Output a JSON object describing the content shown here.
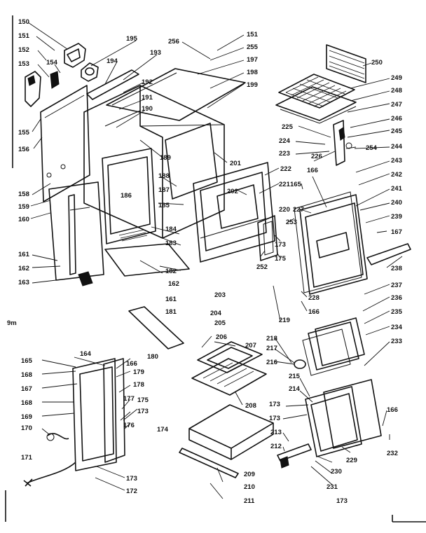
{
  "diagram": {
    "callouts": [
      "150",
      "151",
      "152",
      "153",
      "154",
      "155",
      "156",
      "158",
      "159",
      "160",
      "161",
      "162",
      "163",
      "195",
      "194",
      "193",
      "192",
      "191",
      "190",
      "189",
      "188",
      "187",
      "186",
      "185",
      "184",
      "183",
      "182",
      "256",
      "151",
      "255",
      "197",
      "198",
      "199",
      "201",
      "202",
      "221",
      "222",
      "250",
      "249",
      "248",
      "247",
      "246",
      "245",
      "244",
      "243",
      "242",
      "241",
      "240",
      "239",
      "238",
      "225",
      "224",
      "223",
      "226",
      "254",
      "166",
      "165",
      "220",
      "227",
      "253",
      "173",
      "175",
      "252",
      "167",
      "162",
      "161",
      "181",
      "204",
      "205",
      "203",
      "237",
      "236",
      "235",
      "234",
      "233",
      "228",
      "166",
      "219",
      "218",
      "217",
      "216",
      "206",
      "207",
      "208",
      "164",
      "166",
      "165",
      "168",
      "167",
      "168",
      "169",
      "170",
      "171",
      "172",
      "173",
      "180",
      "179",
      "178",
      "177",
      "175",
      "173",
      "176",
      "174",
      "209",
      "210",
      "211",
      "215",
      "214",
      "173",
      "173",
      "213",
      "212",
      "229",
      "230",
      "231",
      "173",
      "166",
      "232"
    ],
    "small_mark": "9m"
  }
}
